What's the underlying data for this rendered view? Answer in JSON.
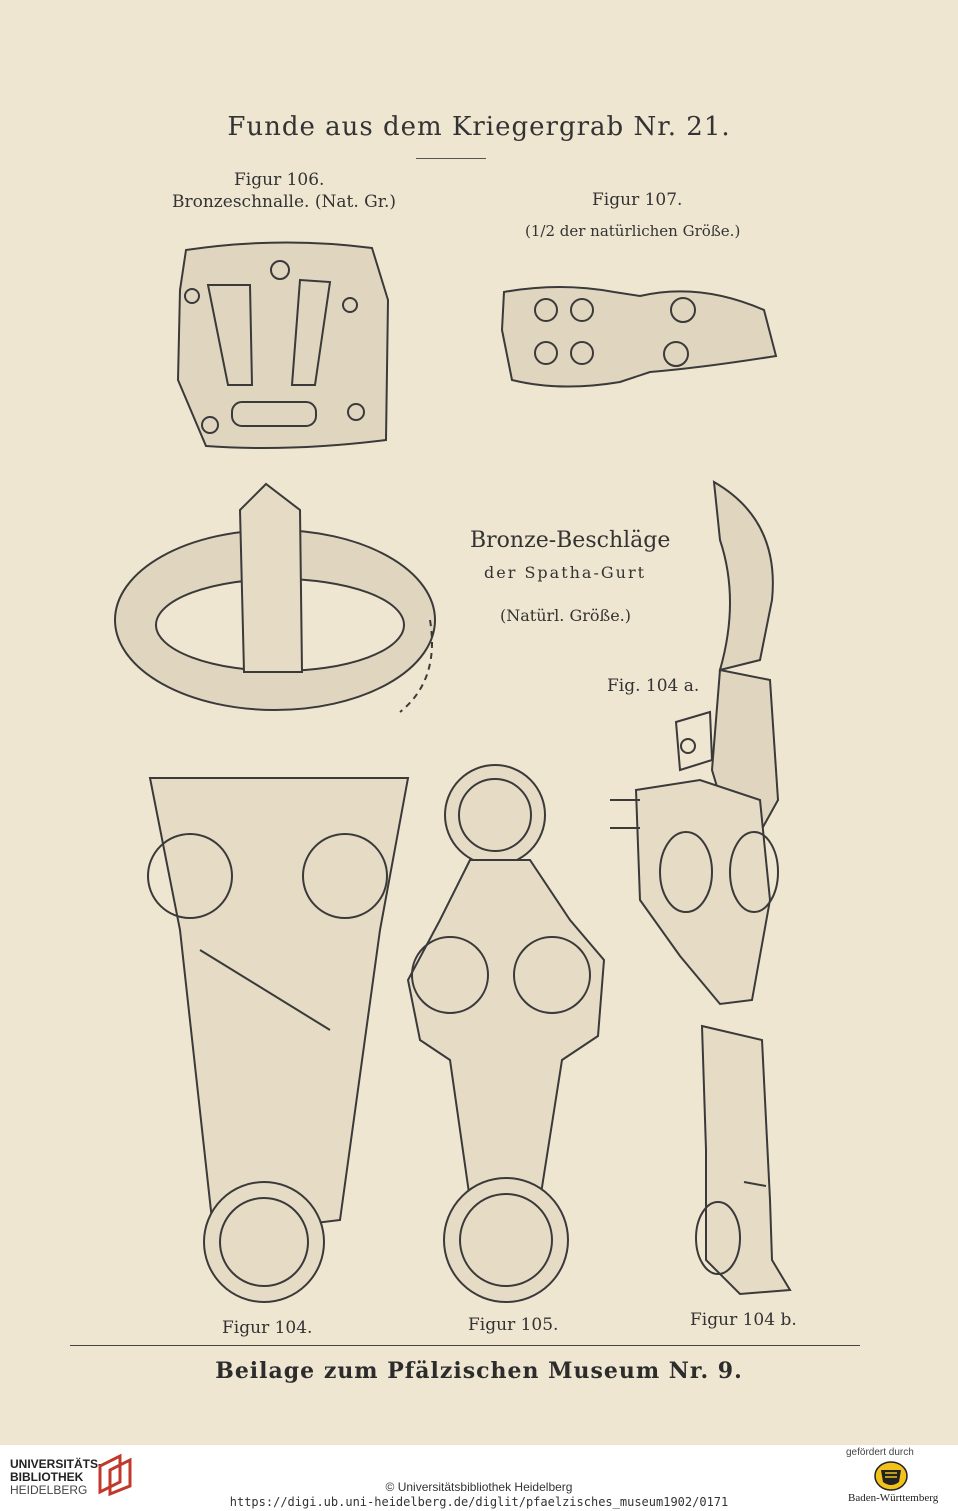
{
  "heading": {
    "title": "Funde aus dem Kriegergrab Nr. 21."
  },
  "captions": {
    "fig106_num": "Figur 106.",
    "fig106_desc": "Bronzeschnalle. (Nat. Gr.)",
    "fig107_num": "Figur 107.",
    "fig107_desc": "(1/2 der natürlichen Größe.)",
    "group_title": "Bronze-Beschläge",
    "group_sub": "der Spatha-Gurt",
    "group_scale": "(Natürl. Größe.)",
    "fig104a": "Fig. 104 a.",
    "fig104": "Figur 104.",
    "fig105": "Figur 105.",
    "fig104b": "Figur 104 b."
  },
  "footer": {
    "supplement": "Beilage zum Pfälzischen Museum Nr. 9."
  },
  "viewer": {
    "logo_line1": "UNIVERSITÄTS-",
    "logo_line2": "BIBLIOTHEK",
    "logo_line3": "HEIDELBERG",
    "copyright": "© Universitätsbibliothek Heidelberg",
    "url": "https://digi.ub.uni-heidelberg.de/diglit/pfaelzisches_museum1902/0171",
    "sponsor_label": "gefördert durch",
    "sponsor_name": "Baden-Württemberg"
  },
  "colors": {
    "paper": "#efe6d2",
    "ink": "#333333",
    "logo_red": "#c0392b"
  }
}
